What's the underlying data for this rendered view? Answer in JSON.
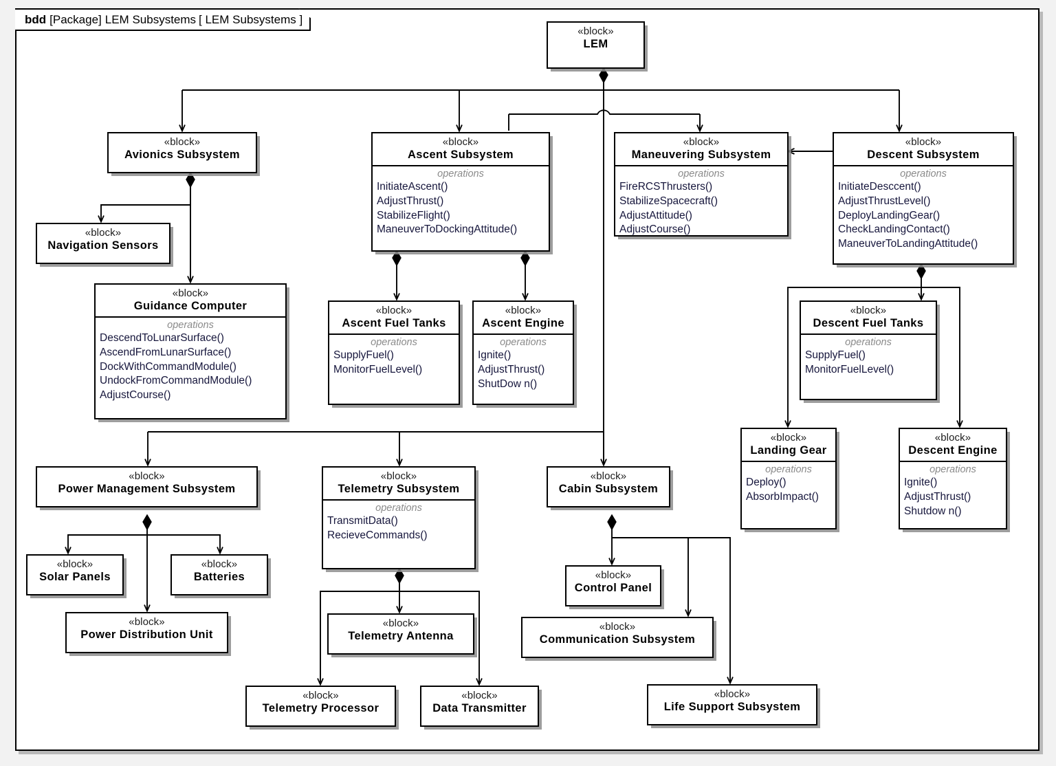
{
  "diagram": {
    "frame_label": {
      "keyword": "bdd",
      "package": "[Package]",
      "name": "LEM Subsystems",
      "view": "[ LEM Subsystems ]"
    },
    "stereotype": "«block»",
    "operations_label": "operations"
  },
  "blocks": [
    {
      "id": "lem",
      "name": "LEM",
      "operations": []
    },
    {
      "id": "avionics",
      "name": "Avionics Subsystem",
      "operations": []
    },
    {
      "id": "nav_sensors",
      "name": "Navigation Sensors",
      "operations": []
    },
    {
      "id": "guidance",
      "name": "Guidance Computer",
      "operations": [
        "DescendToLunarSurface()",
        "AscendFromLunarSurface()",
        "DockWithCommandModule()",
        "UndockFromCommandModule()",
        "AdjustCourse()"
      ]
    },
    {
      "id": "ascent",
      "name": "Ascent Subsystem",
      "operations": [
        "InitiateAscent()",
        "AdjustThrust()",
        "StabilizeFlight()",
        "ManeuverToDockingAttitude()"
      ]
    },
    {
      "id": "ascent_tanks",
      "name": "Ascent Fuel Tanks",
      "operations": [
        "SupplyFuel()",
        "MonitorFuelLevel()"
      ]
    },
    {
      "id": "ascent_engine",
      "name": "Ascent Engine",
      "operations": [
        "Ignite()",
        "AdjustThrust()",
        "ShutDow n()"
      ]
    },
    {
      "id": "maneuvering",
      "name": "Maneuvering Subsystem",
      "operations": [
        "FireRCSThrusters()",
        "StabilizeSpacecraft()",
        "AdjustAttitude()",
        "AdjustCourse()"
      ]
    },
    {
      "id": "descent",
      "name": "Descent Subsystem",
      "operations": [
        "InitiateDesccent()",
        "AdjustThrustLevel()",
        "DeployLandingGear()",
        "CheckLandingContact()",
        "ManeuverToLandingAttitude()"
      ]
    },
    {
      "id": "descent_tanks",
      "name": "Descent Fuel Tanks",
      "operations": [
        "SupplyFuel()",
        "MonitorFuelLevel()"
      ]
    },
    {
      "id": "landing_gear",
      "name": "Landing Gear",
      "operations": [
        "Deploy()",
        "AbsorbImpact()"
      ]
    },
    {
      "id": "descent_engine",
      "name": "Descent Engine",
      "operations": [
        "Ignite()",
        "AdjustThrust()",
        "Shutdow n()"
      ]
    },
    {
      "id": "power",
      "name": "Power Management Subsystem",
      "operations": []
    },
    {
      "id": "solar",
      "name": "Solar Panels",
      "operations": []
    },
    {
      "id": "batteries",
      "name": "Batteries",
      "operations": []
    },
    {
      "id": "pdu",
      "name": "Power Distribution Unit",
      "operations": []
    },
    {
      "id": "telemetry",
      "name": "Telemetry Subsystem",
      "operations": [
        "TransmitData()",
        "RecieveCommands()"
      ]
    },
    {
      "id": "tel_antenna",
      "name": "Telemetry Antenna",
      "operations": []
    },
    {
      "id": "tel_processor",
      "name": "Telemetry Processor",
      "operations": []
    },
    {
      "id": "data_transmitter",
      "name": "Data Transmitter",
      "operations": []
    },
    {
      "id": "cabin",
      "name": "Cabin Subsystem",
      "operations": []
    },
    {
      "id": "control_panel",
      "name": "Control Panel",
      "operations": []
    },
    {
      "id": "communication",
      "name": "Communication Subsystem",
      "operations": []
    },
    {
      "id": "life_support",
      "name": "Life Support Subsystem",
      "operations": []
    }
  ],
  "relationships": [
    {
      "from": "lem",
      "to": "avionics",
      "kind": "composition"
    },
    {
      "from": "lem",
      "to": "ascent",
      "kind": "composition"
    },
    {
      "from": "lem",
      "to": "maneuvering",
      "kind": "composition"
    },
    {
      "from": "lem",
      "to": "descent",
      "kind": "composition"
    },
    {
      "from": "lem",
      "to": "power",
      "kind": "composition"
    },
    {
      "from": "lem",
      "to": "telemetry",
      "kind": "composition"
    },
    {
      "from": "lem",
      "to": "cabin",
      "kind": "composition"
    },
    {
      "from": "avionics",
      "to": "nav_sensors",
      "kind": "composition"
    },
    {
      "from": "avionics",
      "to": "guidance",
      "kind": "composition"
    },
    {
      "from": "ascent",
      "to": "ascent_tanks",
      "kind": "composition"
    },
    {
      "from": "ascent",
      "to": "ascent_engine",
      "kind": "composition"
    },
    {
      "from": "descent",
      "to": "maneuvering",
      "kind": "association"
    },
    {
      "from": "descent",
      "to": "descent_tanks",
      "kind": "composition"
    },
    {
      "from": "descent",
      "to": "landing_gear",
      "kind": "composition"
    },
    {
      "from": "descent",
      "to": "descent_engine",
      "kind": "composition"
    },
    {
      "from": "power",
      "to": "solar",
      "kind": "composition"
    },
    {
      "from": "power",
      "to": "batteries",
      "kind": "composition"
    },
    {
      "from": "power",
      "to": "pdu",
      "kind": "composition"
    },
    {
      "from": "telemetry",
      "to": "tel_antenna",
      "kind": "composition"
    },
    {
      "from": "telemetry",
      "to": "tel_processor",
      "kind": "composition"
    },
    {
      "from": "telemetry",
      "to": "data_transmitter",
      "kind": "composition"
    },
    {
      "from": "cabin",
      "to": "control_panel",
      "kind": "composition"
    },
    {
      "from": "cabin",
      "to": "communication",
      "kind": "composition"
    },
    {
      "from": "cabin",
      "to": "life_support",
      "kind": "composition"
    }
  ]
}
